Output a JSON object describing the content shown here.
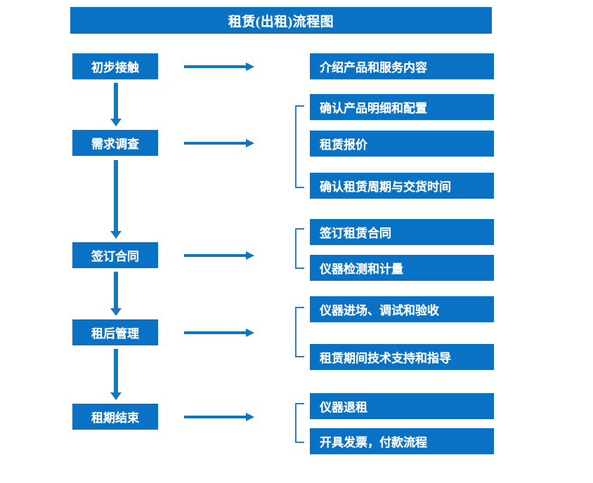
{
  "diagram": {
    "title": "租赁(出租)流程图",
    "accent_color": "#0a72c4",
    "line_color": "#1578bf",
    "bracket_color": "#2f7dc0",
    "text_color": "#ffffff",
    "background_color": "#ffffff",
    "stages": [
      {
        "id": "stage-1",
        "label": "初步接触",
        "details": [
          "介绍产品和服务内容"
        ]
      },
      {
        "id": "stage-2",
        "label": "需求调查",
        "details": [
          "确认产品明细和配置",
          "租赁报价",
          "确认租赁周期与交货时间"
        ]
      },
      {
        "id": "stage-3",
        "label": "签订合同",
        "details": [
          "签订租赁合同",
          "仪器检测和计量"
        ]
      },
      {
        "id": "stage-4",
        "label": "租后管理",
        "details": [
          "仪器进场、调试和验收",
          "租赁期间技术支持和指导"
        ]
      },
      {
        "id": "stage-5",
        "label": "租期结束",
        "details": [
          "仪器退租",
          "开具发票，付款流程"
        ]
      }
    ],
    "detail_boxes": [
      {
        "key": "d1",
        "text": "介绍产品和服务内容"
      },
      {
        "key": "d2",
        "text": "确认产品明细和配置"
      },
      {
        "key": "d3",
        "text": "租赁报价"
      },
      {
        "key": "d4",
        "text": "确认租赁周期与交货时间"
      },
      {
        "key": "d5",
        "text": "签订租赁合同"
      },
      {
        "key": "d6",
        "text": "仪器检测和计量"
      },
      {
        "key": "d7",
        "text": "仪器进场、调试和验收"
      },
      {
        "key": "d8",
        "text": "租赁期间技术支持和指导"
      },
      {
        "key": "d9",
        "text": "仪器退租"
      },
      {
        "key": "d10",
        "text": "开具发票，付款流程"
      }
    ]
  }
}
